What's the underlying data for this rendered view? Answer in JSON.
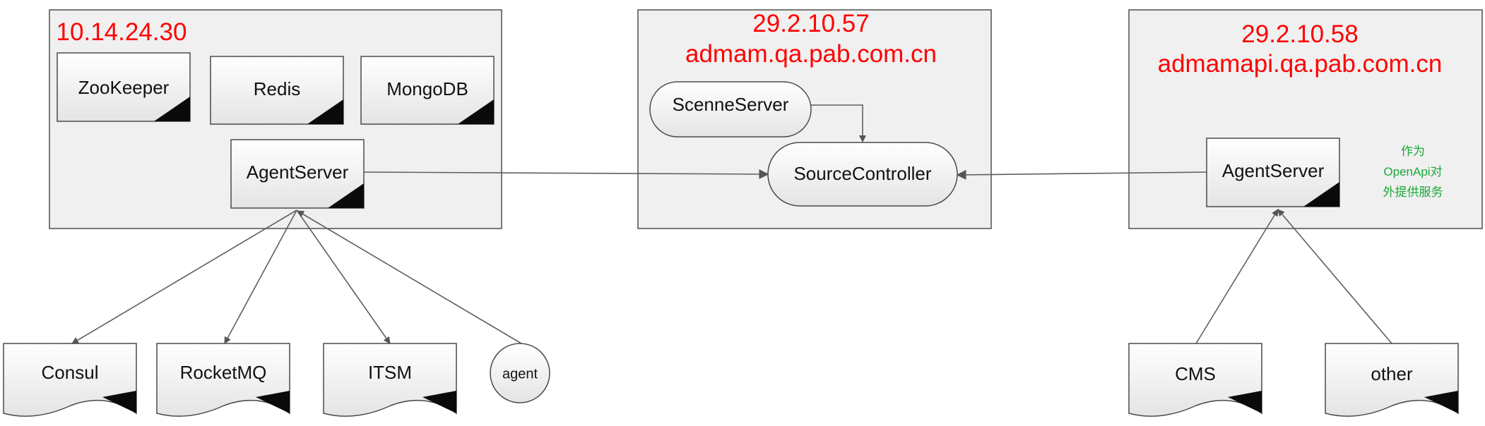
{
  "zones": {
    "left": {
      "title": "10.14.24.30"
    },
    "middle": {
      "title_line1": "29.2.10.57",
      "title_line2": "admam.qa.pab.com.cn"
    },
    "right": {
      "title_line1": "29.2.10.58",
      "title_line2": "admamapi.qa.pab.com.cn"
    }
  },
  "nodes": {
    "zookeeper": "ZooKeeper",
    "redis": "Redis",
    "mongodb": "MongoDB",
    "agentserver_left": "AgentServer",
    "scenneserver": "ScenneServer",
    "sourcecontroller": "SourceController",
    "agentserver_right": "AgentServer",
    "consul": "Consul",
    "rocketmq": "RocketMQ",
    "itsm": "ITSM",
    "agent": "agent",
    "cms": "CMS",
    "other": "other"
  },
  "note": {
    "line1": "作为",
    "line2": "OpenApi对",
    "line3": "外提供服务"
  },
  "colors": {
    "zone_title": "#ff0000",
    "note": "#1aa83a",
    "zone_fill": "#f0f0f0",
    "node_fill_top": "#ffffff",
    "node_fill_bottom": "#e6e6e6"
  }
}
